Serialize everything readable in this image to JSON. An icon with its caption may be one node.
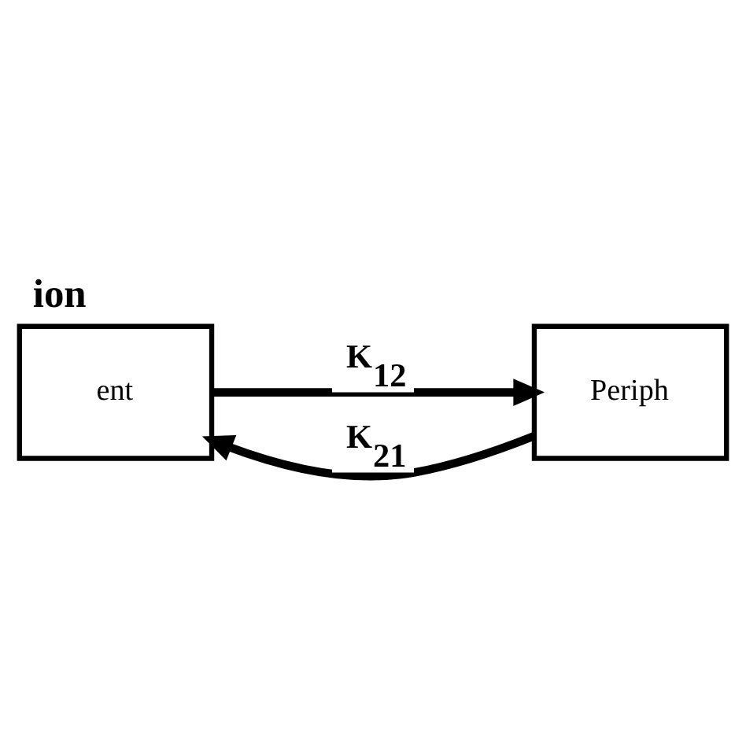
{
  "diagram": {
    "title": "ion",
    "nodes": [
      {
        "text": [
          "ent"
        ]
      },
      {
        "text": [
          "Periph"
        ]
      }
    ],
    "edges": [
      {
        "from": 0,
        "to": 1,
        "arrow": "to",
        "label": "K$_{12}$"
      },
      {
        "from": 1,
        "to": 0,
        "arrow": "to",
        "label": "K$_{21}$"
      }
    ]
  }
}
